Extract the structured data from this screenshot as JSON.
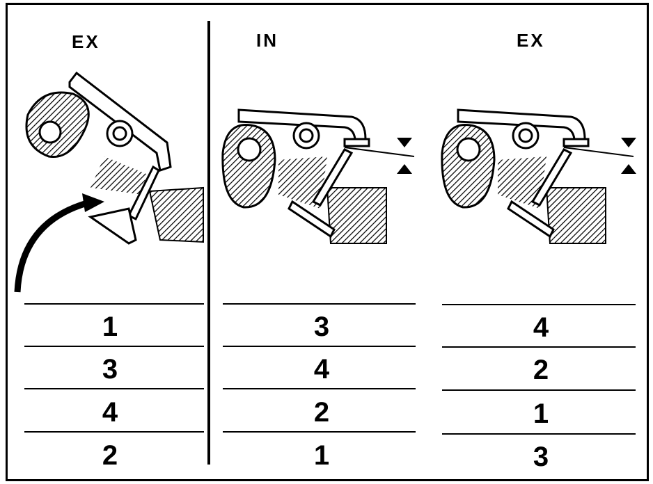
{
  "columns": [
    {
      "label": "EX",
      "values": [
        "1",
        "3",
        "4",
        "2"
      ]
    },
    {
      "label": "IN",
      "values": [
        "3",
        "4",
        "2",
        "1"
      ]
    },
    {
      "label": "EX",
      "values": [
        "4",
        "2",
        "1",
        "3"
      ]
    }
  ]
}
